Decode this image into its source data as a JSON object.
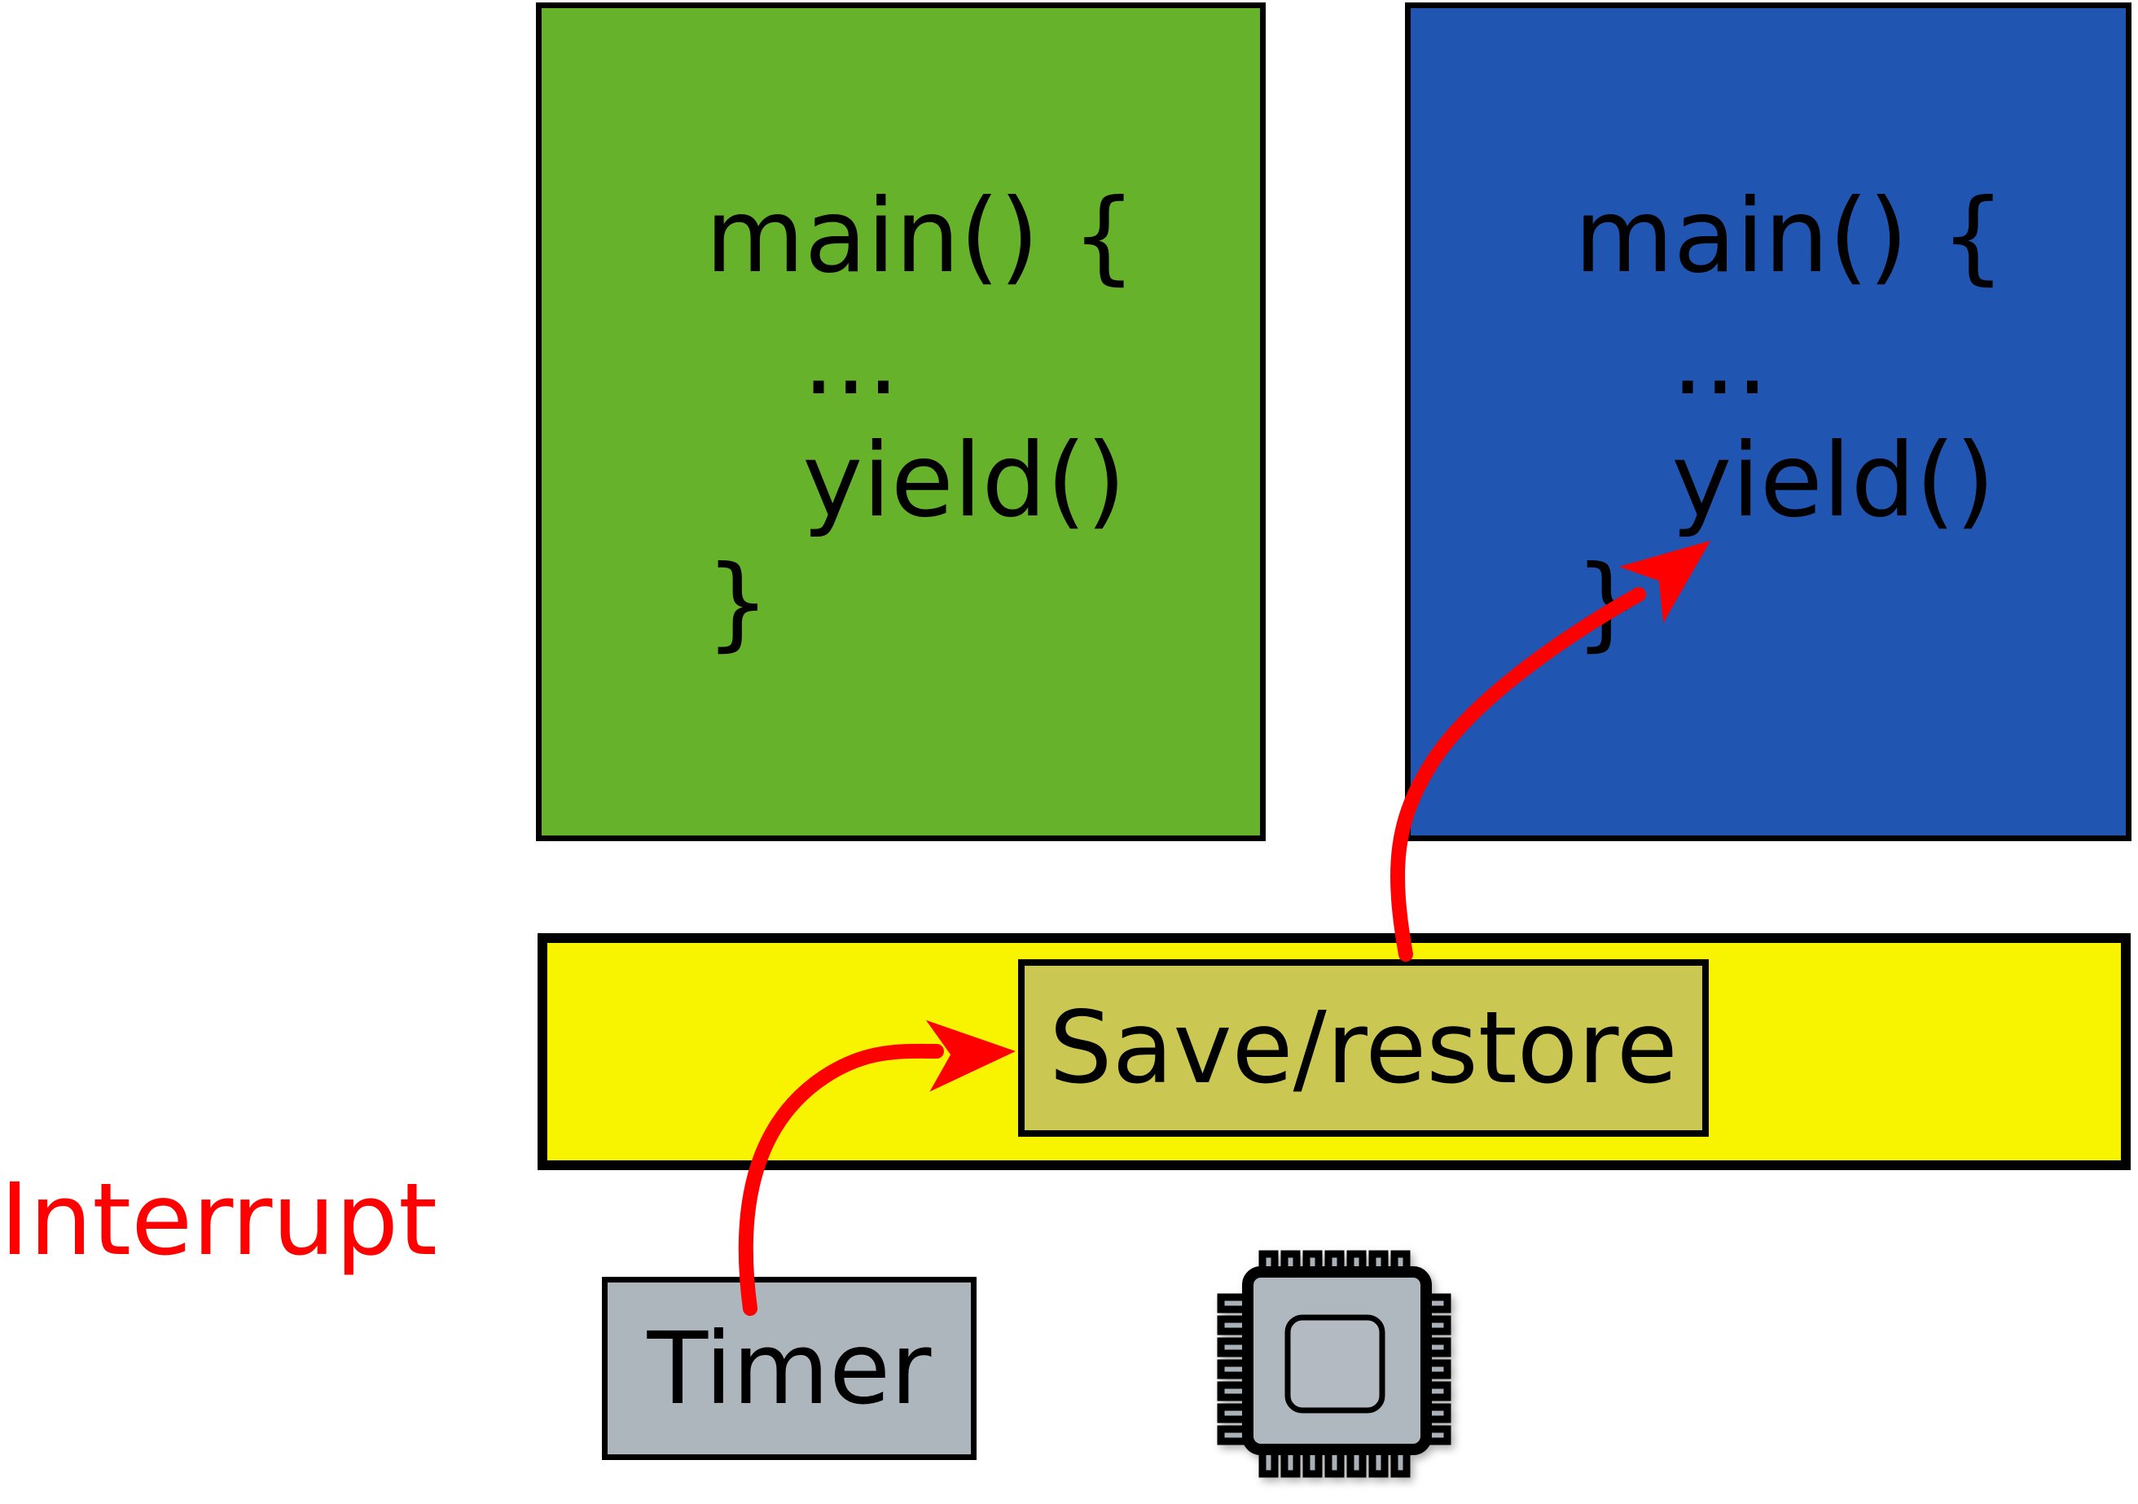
{
  "colors": {
    "green": "#67B22B",
    "blue": "#2056B2",
    "yellow": "#F8F400",
    "khaki": "#CBC753",
    "gray": "#ADB5BD",
    "chipgray": "#AFB7BF",
    "red": "#FF0000",
    "black": "#000000"
  },
  "tasks": [
    {
      "name": "task-green",
      "code": "main() {\n   ...\n   yield()\n}"
    },
    {
      "name": "task-blue",
      "code": "main() {\n   ...\n   yield()\n}"
    }
  ],
  "save_restore": {
    "label": "Save/restore"
  },
  "timer": {
    "label": "Timer"
  },
  "interrupt": {
    "label": "Interrupt"
  },
  "icons": {
    "cpu": "cpu-chip-icon"
  }
}
